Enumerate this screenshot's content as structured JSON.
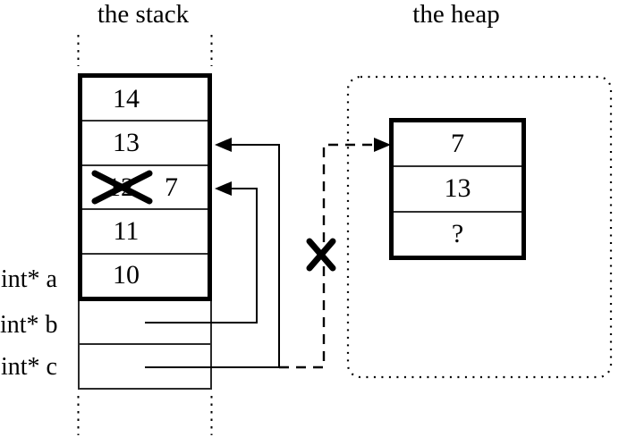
{
  "diagram": {
    "stack": {
      "title": "the stack",
      "cells": [
        {
          "value": "14"
        },
        {
          "value": "13"
        },
        {
          "old_value": "12",
          "new_value": "7",
          "crossed_out": true
        },
        {
          "value": "11"
        },
        {
          "value": "10"
        }
      ],
      "variables": [
        {
          "name": "int* a"
        },
        {
          "name": "int* b"
        },
        {
          "name": "int* c"
        }
      ]
    },
    "heap": {
      "title": "the heap",
      "cells": [
        {
          "value": "7"
        },
        {
          "value": "13"
        },
        {
          "value": "?"
        }
      ]
    },
    "colors": {
      "ink": "#000000",
      "background": "#ffffff"
    }
  }
}
